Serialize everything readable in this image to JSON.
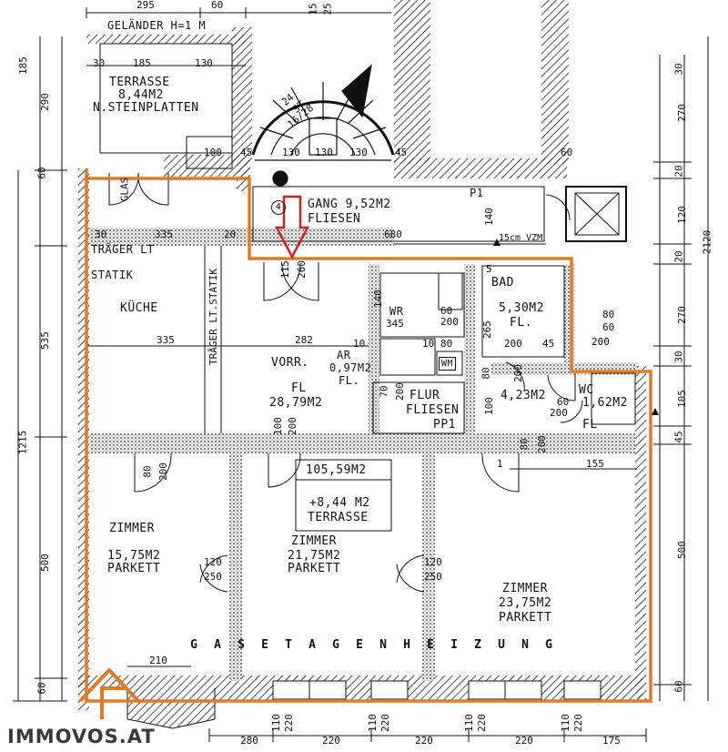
{
  "labels": {
    "gelaender": "GELÄNDER H=1 M",
    "terrasse_title": "TERRASSE",
    "terrasse_area": "8,44M2",
    "terrasse_floor": "N.STEINPLATTEN",
    "glas": "GLAS",
    "gang": "GANG 9,52M2",
    "gang_floor": "FLIESEN",
    "gang_num": "4",
    "p1_a": "P1",
    "vzm": "15cm VZM",
    "traeger_lt": "TRÄGER LT",
    "statik": "STATIK",
    "traeger_statik_v": "TRÄGER LT.STATIK",
    "kueche": "KÜCHE",
    "vorr": "VORR.",
    "fl_vorr": "FL",
    "vorr_area": "28,79M2",
    "ar": "AR",
    "ar_area": "0,97M2",
    "ar_fl": "FL.",
    "wr": "WR",
    "wm": "WM",
    "bad": "BAD",
    "bad_area": "5,30M2",
    "bad_fl": "FL.",
    "flur": "FLUR",
    "flur_floor": "FLIESEN",
    "pp1": "PP1",
    "flur_area": "4,23M2",
    "wc": "WC",
    "wc_area": "1,62M2",
    "wc_fl": "FL",
    "total_area": "105,59M2",
    "total_plus": "+8,44 M2",
    "total_terrasse": "TERRASSE",
    "zimmer1": "ZIMMER",
    "zimmer1_area": "15,75M2",
    "zimmer1_floor": "PARKETT",
    "zimmer2": "ZIMMER",
    "zimmer2_area": "21,75M2",
    "zimmer2_floor": "PARKETT",
    "zimmer3": "ZIMMER",
    "zimmer3_area": "23,75M2",
    "zimmer3_floor": "PARKETT",
    "heizung": [
      "G",
      "A",
      "S",
      "E",
      "T",
      "A",
      "G",
      "E",
      "N",
      "H",
      "E",
      "I",
      "Z",
      "U",
      "N",
      "G"
    ],
    "logo": "IMMOVOS.AT"
  },
  "dims": {
    "top_295": "295",
    "top_60": "60",
    "top_15": "15",
    "top_25": "25",
    "t_30": "30",
    "t_185": "185",
    "t_130": "130",
    "t_100": "100",
    "t_45a": "45",
    "t_130a": "130",
    "t_130b": "130",
    "t_130c": "130",
    "t_45b": "45",
    "t_60": "60",
    "st_a": "24",
    "st_b": "ST",
    "st_c": "16/28",
    "k_30": "30",
    "k_335": "335",
    "k_20": "20",
    "g_680": "680",
    "d_115": "115",
    "d_260": "260",
    "d_140": "140",
    "h_335": "335",
    "h_282": "282",
    "wr_140": "140",
    "wr_60": "60",
    "wr_200": "200",
    "wr_345": "345",
    "wr_265": "265",
    "s_10a": "10",
    "s_10b": "10",
    "s_80": "80",
    "s_200": "200",
    "s_45": "45",
    "b_5": "5",
    "r_80": "80",
    "r_60": "60",
    "r_200": "200",
    "c_70": "70",
    "c_200": "200",
    "c_80": "80",
    "c_200b": "200",
    "c_100": "100",
    "c_60": "60",
    "c_200c": "200",
    "z_80": "80",
    "z_200": "200",
    "z_155": "155",
    "z_1": "1",
    "z_120a": "120",
    "z_250a": "250",
    "z_120b": "120",
    "z_250b": "250",
    "b_210": "210",
    "bot_280": "280",
    "bot_110a": "110",
    "bot_220a": "220",
    "bot_220b": "220",
    "bot_110b": "110",
    "bot_220c": "220",
    "bot_220d": "220",
    "bot_110c": "110",
    "bot_220e": "220",
    "bot_220f": "220",
    "bot_110d": "110",
    "bot_220g": "220",
    "bot_175": "175",
    "l_185": "185",
    "l_290": "290",
    "l_60": "60",
    "l_535": "535",
    "l_1215": "1215",
    "l_500": "500",
    "l_60b": "60",
    "r_30": "30",
    "r_270a": "270",
    "r_20": "20",
    "r_120": "120",
    "r_20b": "20",
    "r_270b": "270",
    "r_30b": "30",
    "r_105": "105",
    "r_45": "45",
    "r_500": "500",
    "r_60b": "60",
    "r_2120": "2120"
  },
  "colors": {
    "outline": "#e07a27",
    "arrow": "#d42020",
    "ink": "#111111"
  }
}
